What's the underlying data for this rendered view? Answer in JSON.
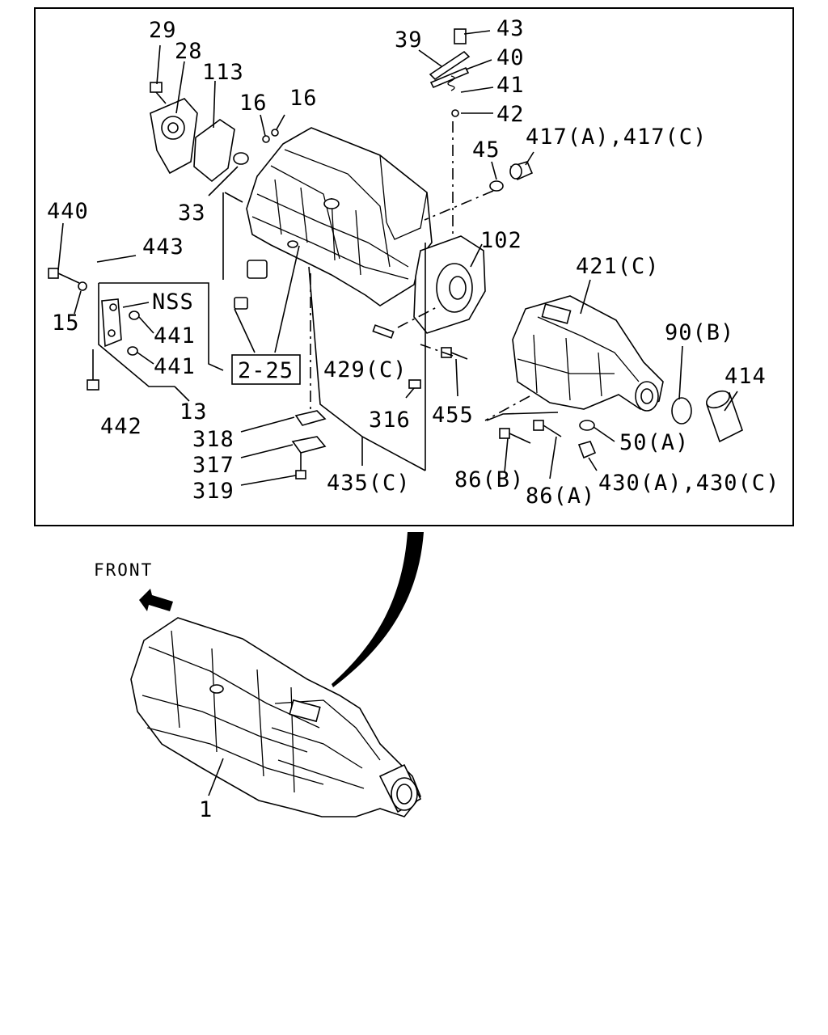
{
  "labels": {
    "p29": "29",
    "p28": "28",
    "p113": "113",
    "p16a": "16",
    "p16b": "16",
    "p39": "39",
    "p43": "43",
    "p40": "40",
    "p41": "41",
    "p42": "42",
    "p45": "45",
    "p417": "417(A),417(C)",
    "p33": "33",
    "p440": "440",
    "p443": "443",
    "pNSS": "NSS",
    "p15": "15",
    "p441a": "441",
    "p441b": "441",
    "p102": "102",
    "p421": "421(C)",
    "p90": "90(B)",
    "p414": "414",
    "p225": "2-25",
    "p429": "429(C)",
    "p455": "455",
    "p442": "442",
    "p13": "13",
    "p316": "316",
    "p318": "318",
    "p317": "317",
    "p319": "319",
    "p435": "435(C)",
    "p86b": "86(B)",
    "p86a": "86(A)",
    "p50": "50(A)",
    "p430": "430(A),430(C)",
    "p1": "1"
  },
  "front_label": "FRONT"
}
